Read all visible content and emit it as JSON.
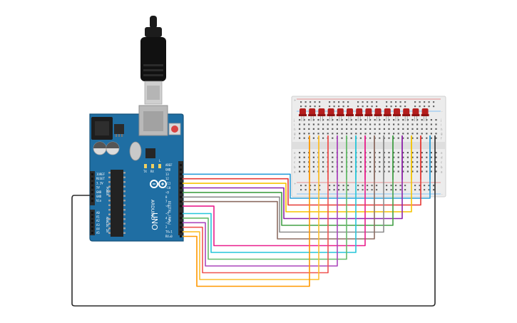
{
  "board": {
    "brand": "ARDUINO",
    "model": "UNO",
    "digital_header": "DIGITAL (PWM~)",
    "power_header": "POWER",
    "analog_header": "ANALOG IN",
    "tx_label": "TX",
    "rx_label": "RX",
    "l_label": "L",
    "digital_pins": [
      "AREF",
      "GND",
      "13",
      "12",
      "~11",
      "~10",
      "~9",
      "8",
      "7",
      "~6",
      "~5",
      "4",
      "~3",
      "2",
      "TX▸1",
      "RX◂0"
    ],
    "power_pins": [
      "IOREF",
      "RESET",
      "3.3V",
      "5V",
      "GND",
      "GND",
      "Vin"
    ],
    "analog_pins": [
      "A0",
      "A1",
      "A2",
      "A3",
      "A4",
      "A5"
    ]
  },
  "breadboard": {
    "row_letters_top": [
      "j",
      "i",
      "h",
      "g",
      "f"
    ],
    "row_letters_bottom": [
      "e",
      "d",
      "c",
      "b",
      "a"
    ],
    "rail_plus": "+",
    "rail_minus": "-"
  },
  "leds": {
    "count": 14,
    "color": "#b51d1d"
  },
  "wire_colors": [
    "#2c9fd9",
    "#e53935",
    "#f5c400",
    "#8e24aa",
    "#43a047",
    "#8d8d8d",
    "#8d6e63",
    "#e91e8c",
    "#26c6da",
    "#66bb6a",
    "#ab47bc",
    "#ef5350",
    "#fbc02d",
    "#ff9800"
  ],
  "colors": {
    "board": "#1f6ea3",
    "board_edge": "#15527a",
    "header": "#2b2b2b",
    "breadboard": "#ececec",
    "rail_red": "#e57373",
    "rail_blue": "#64b5f6",
    "ground_wire": "#2b2b2b"
  }
}
